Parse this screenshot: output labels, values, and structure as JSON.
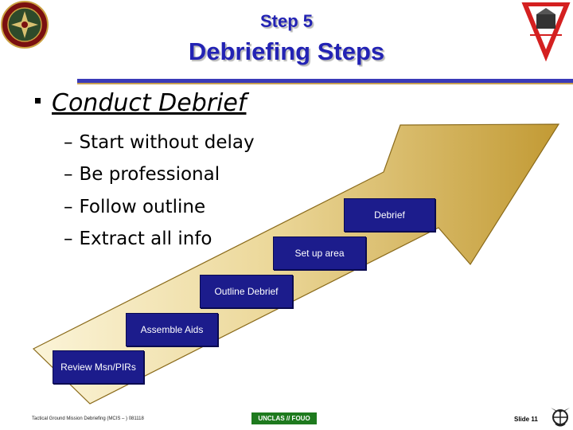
{
  "title": {
    "line1": "Step 5",
    "line2": "Debriefing Steps"
  },
  "bullets": {
    "main": "Conduct Debrief",
    "dash": "–",
    "subs": [
      "Start without delay",
      "Be professional",
      "Follow outline",
      "Extract all info"
    ]
  },
  "steps": [
    "Review Msn/PIRs",
    "Assemble Aids",
    "Outline Debrief",
    "Set up area",
    "Debrief"
  ],
  "footer": {
    "left": "Tactical Ground Mission Debriefing (MCIS – ) 081118",
    "classification": "UNCLAS // FOUO",
    "slide": "Slide 11"
  },
  "colors": {
    "title": "#2323b4",
    "step_box": "#1c1c8c",
    "arrow_light": "#f2e3a8",
    "arrow_dark": "#c49a30",
    "badge": "#1e7a1e"
  },
  "icons": {
    "left_logo": "marine-corps-seal-icon",
    "right_logo": "triangle-unit-emblem-icon",
    "footer_logo": "eagle-globe-anchor-icon"
  }
}
